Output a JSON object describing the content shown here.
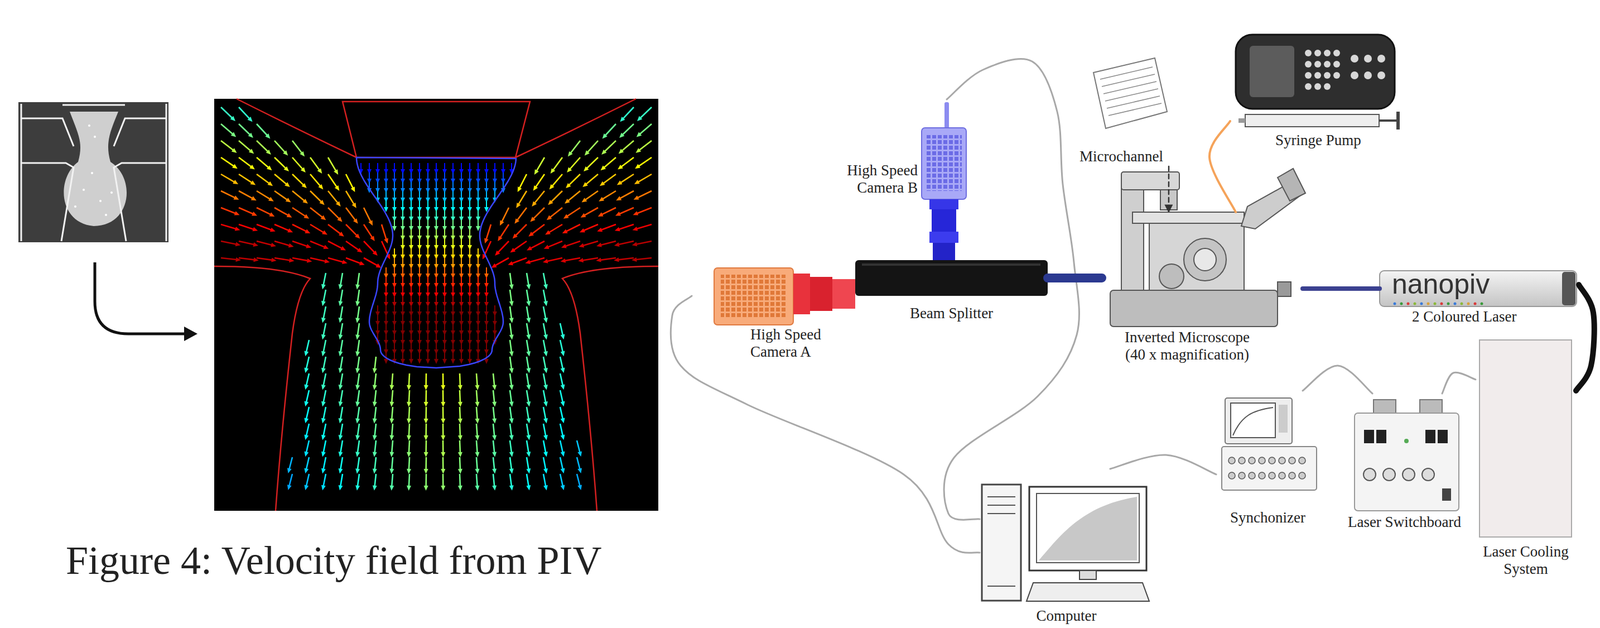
{
  "diagram": {
    "caption": "Figure 4: Velocity field from PIV",
    "nodes": [
      {
        "text": [
          "High Speed Camera B"
        ]
      },
      {
        "text": [
          "High Speed Camera A"
        ]
      },
      {
        "text": [
          "Beam Splitter"
        ]
      },
      {
        "text": [
          "Inverted Microscope (40 x magnification)"
        ]
      },
      {
        "text": [
          "Microchannel"
        ]
      },
      {
        "text": [
          "Syringe Pump"
        ]
      },
      {
        "text": [
          "nanopiv",
          "2 Coloured Laser"
        ]
      },
      {
        "text": [
          "Laser Cooling System"
        ]
      },
      {
        "text": [
          "Laser Switchboard"
        ]
      },
      {
        "text": [
          "Synchonizer"
        ]
      },
      {
        "text": [
          "Computer"
        ]
      }
    ],
    "edges": [
      {
        "from": 0,
        "to": 10,
        "arrow": "none"
      },
      {
        "from": 1,
        "to": 10,
        "arrow": "none"
      },
      {
        "from": 2,
        "to": 3,
        "arrow": "none"
      },
      {
        "from": 4,
        "to": 3,
        "arrow": "to"
      },
      {
        "from": 5,
        "to": 3,
        "arrow": "none"
      },
      {
        "from": 3,
        "to": 6,
        "arrow": "none"
      },
      {
        "from": 7,
        "to": 6,
        "arrow": "none"
      },
      {
        "from": 8,
        "to": 7,
        "arrow": "none"
      },
      {
        "from": 9,
        "to": 8,
        "arrow": "none"
      },
      {
        "from": 9,
        "to": 10,
        "arrow": "none"
      }
    ]
  }
}
